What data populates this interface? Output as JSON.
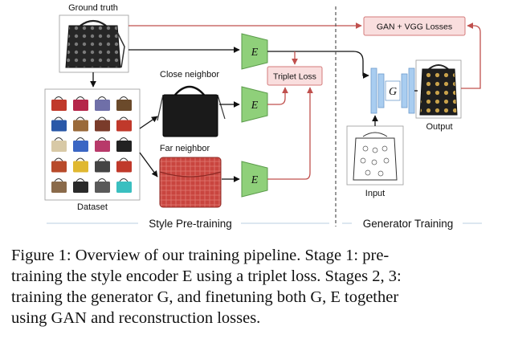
{
  "labels": {
    "ground_truth": "Ground truth",
    "close_neighbor": "Close neighbor",
    "far_neighbor": "Far neighbor",
    "dataset": "Dataset",
    "input": "Input",
    "output": "Output",
    "triplet_loss": "Triplet Loss",
    "gan_vgg": "GAN + VGG Losses",
    "encoder": "E",
    "generator": "G"
  },
  "sections": {
    "left": "Style Pre-training",
    "right": "Generator Training"
  },
  "caption": {
    "line1": "Figure 1: Overview of our training pipeline. Stage 1: pre-",
    "line2": "training the style encoder E using a triplet loss. Stages 2, 3:",
    "line3": "training the generator G, and finetuning both G, E together",
    "line4": "using GAN and reconstruction losses."
  },
  "colors": {
    "encoder_fill": "#8fd07a",
    "loss_fill": "#f9dede",
    "loss_stroke": "#d47b7b",
    "gen_fill": "#a9cdf0",
    "red_arrow": "#c0504d",
    "black_arrow": "#111111"
  }
}
